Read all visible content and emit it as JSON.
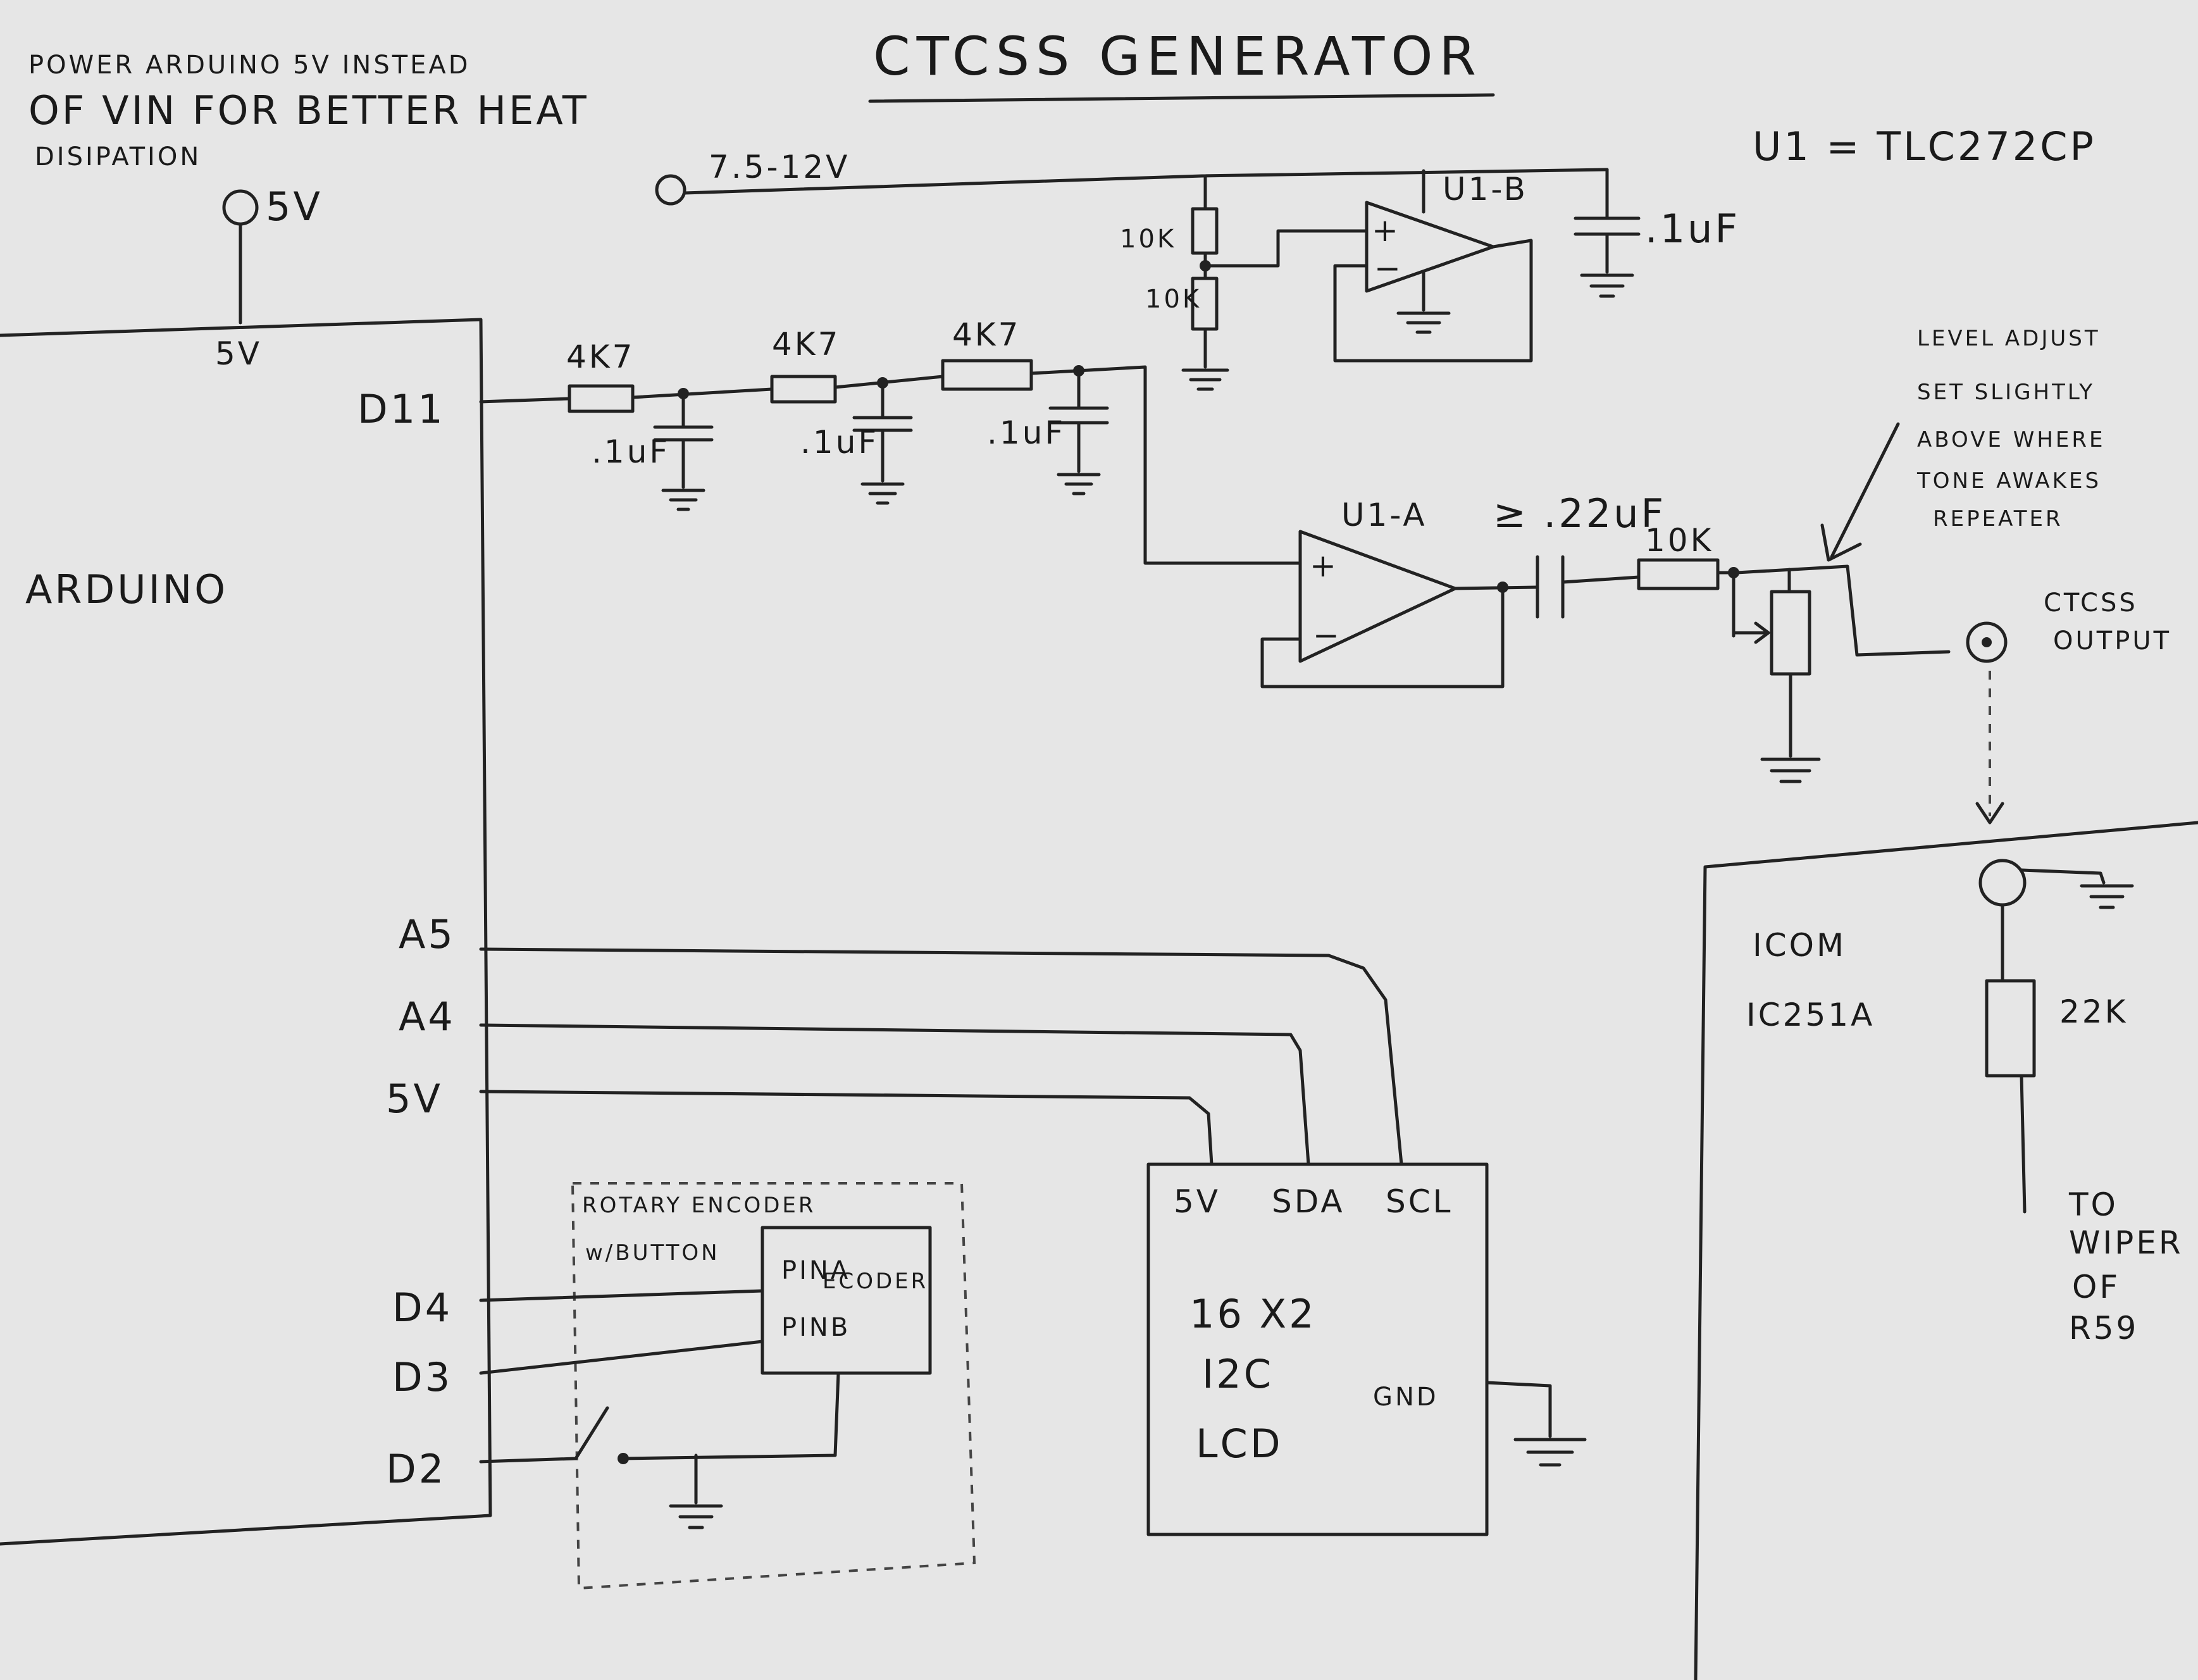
{
  "title": "CTCSS GENERATOR",
  "note_power": [
    "POWER ARDUINO 5V INSTEAD",
    "OF VIN FOR BETTER HEAT",
    "DISIPATION"
  ],
  "op_amp_part": "U1 = TLC272CP",
  "supply": {
    "v5_label": "5V",
    "vin_label": "7.5-12V"
  },
  "arduino": {
    "label": "ARDUINO",
    "pins": {
      "v5_top": "5V",
      "d11": "D11",
      "a5": "A5",
      "a4": "A4",
      "v5": "5V",
      "d4": "D4",
      "d3": "D3",
      "d2": "D2"
    }
  },
  "filter": {
    "resistors": [
      "4K7",
      "4K7",
      "4K7"
    ],
    "capacitors": [
      ".1uF",
      ".1uF",
      ".1uF"
    ]
  },
  "bias": {
    "r_top": "10K",
    "r_bottom": "10K",
    "amp": "U1-B",
    "cap": ".1uF"
  },
  "output_stage": {
    "amp": "U1-A",
    "cap": "≥ .22uF",
    "resistor": "10K",
    "level_note": [
      "LEVEL ADJUST",
      "SET SLIGHTLY",
      "ABOVE WHERE",
      "TONE AWAKES",
      "REPEATER"
    ],
    "output_label": [
      "CTCSS",
      "OUTPUT"
    ]
  },
  "encoder": {
    "label": [
      "ROTARY ENCODER",
      "w/BUTTON"
    ],
    "box": [
      "PINA",
      "ECODER",
      "PINB"
    ]
  },
  "lcd": {
    "pins": [
      "5V",
      "SDA",
      "SCL"
    ],
    "body": [
      "16 X2",
      "I2C",
      "LCD"
    ],
    "gnd": "GND"
  },
  "radio": {
    "label": [
      "ICOM",
      "IC251A"
    ],
    "resistor": "22K",
    "note": [
      "TO",
      "WIPER",
      "OF",
      "R59"
    ]
  }
}
